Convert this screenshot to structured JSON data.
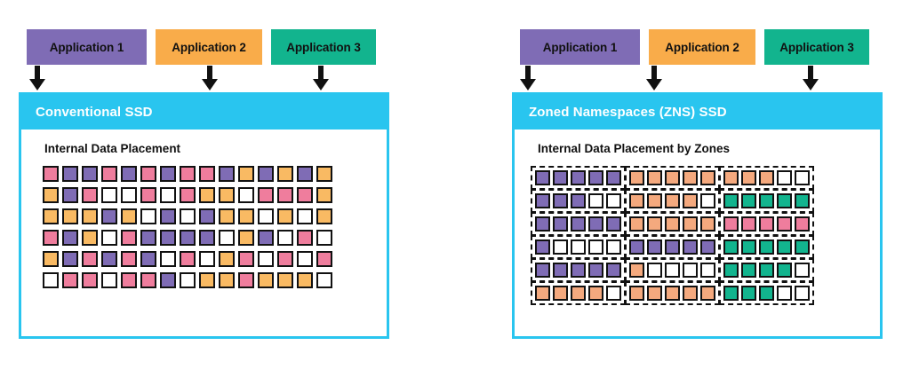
{
  "diagram": {
    "type": "diagram",
    "description": "Side-by-side comparison of data placement in a Conventional SSD versus a Zoned Namespaces (ZNS) SSD",
    "colors": {
      "app1": "#7f6cb5",
      "app2": "#f9ac4a",
      "app3": "#12b48e",
      "ssd_accent": "#29c5ef",
      "cell_purple": "#7f6cb5",
      "cell_pink": "#ef7d9d",
      "cell_orange": "#f9ba63",
      "cell_peach": "#f4a97e",
      "cell_teal": "#12b48e",
      "cell_empty": "#ffffff",
      "outline": "#111111"
    }
  },
  "left": {
    "apps": [
      {
        "label": "Application 1",
        "color_key": "app1"
      },
      {
        "label": "Application 2",
        "color_key": "app2"
      },
      {
        "label": "Application 3",
        "color_key": "app3"
      }
    ],
    "ssd_title": "Conventional SSD",
    "placement_label": "Internal Data Placement",
    "grid": {
      "rows": 6,
      "cols": 15,
      "cells": [
        [
          "pink",
          "purple",
          "purple",
          "pink",
          "purple",
          "pink",
          "purple",
          "pink",
          "pink",
          "purple",
          "orange",
          "purple",
          "orange",
          "purple",
          "orange"
        ],
        [
          "orange",
          "purple",
          "pink",
          "white",
          "white",
          "pink",
          "white",
          "pink",
          "orange",
          "orange",
          "white",
          "pink",
          "pink",
          "pink",
          "orange"
        ],
        [
          "orange",
          "orange",
          "orange",
          "purple",
          "orange",
          "white",
          "purple",
          "white",
          "purple",
          "orange",
          "orange",
          "white",
          "orange",
          "white",
          "orange"
        ],
        [
          "pink",
          "purple",
          "orange",
          "white",
          "pink",
          "purple",
          "purple",
          "purple",
          "purple",
          "white",
          "orange",
          "purple",
          "white",
          "pink",
          "white"
        ],
        [
          "orange",
          "purple",
          "pink",
          "purple",
          "pink",
          "purple",
          "white",
          "pink",
          "white",
          "orange",
          "pink",
          "white",
          "pink",
          "white",
          "pink"
        ],
        [
          "white",
          "pink",
          "pink",
          "white",
          "pink",
          "pink",
          "purple",
          "white",
          "orange",
          "orange",
          "pink",
          "orange",
          "orange",
          "orange",
          "white"
        ]
      ]
    }
  },
  "right": {
    "apps": [
      {
        "label": "Application 1",
        "color_key": "app1"
      },
      {
        "label": "Application 2",
        "color_key": "app2"
      },
      {
        "label": "Application 3",
        "color_key": "app3"
      }
    ],
    "ssd_title": "Zoned Namespaces (ZNS) SSD",
    "placement_label": "Internal Data Placement by Zones",
    "grid": {
      "rows": 6,
      "cols": 15,
      "zones_per_row": 3,
      "cols_per_zone": 5,
      "cells": [
        [
          [
            "purple",
            "purple",
            "purple",
            "purple",
            "purple"
          ],
          [
            "peach",
            "peach",
            "peach",
            "peach",
            "peach"
          ],
          [
            "peach",
            "peach",
            "peach",
            "white",
            "white"
          ]
        ],
        [
          [
            "purple",
            "purple",
            "purple",
            "white",
            "white"
          ],
          [
            "peach",
            "peach",
            "peach",
            "peach",
            "white"
          ],
          [
            "teal",
            "teal",
            "teal",
            "teal",
            "teal"
          ]
        ],
        [
          [
            "purple",
            "purple",
            "purple",
            "purple",
            "purple"
          ],
          [
            "peach",
            "peach",
            "peach",
            "peach",
            "peach"
          ],
          [
            "pink",
            "pink",
            "pink",
            "pink",
            "pink"
          ]
        ],
        [
          [
            "purple",
            "white",
            "white",
            "white",
            "white"
          ],
          [
            "purple",
            "purple",
            "purple",
            "purple",
            "purple"
          ],
          [
            "teal",
            "teal",
            "teal",
            "teal",
            "teal"
          ]
        ],
        [
          [
            "purple",
            "purple",
            "purple",
            "purple",
            "purple"
          ],
          [
            "peach",
            "white",
            "white",
            "white",
            "white"
          ],
          [
            "teal",
            "teal",
            "teal",
            "teal",
            "white"
          ]
        ],
        [
          [
            "peach",
            "peach",
            "peach",
            "peach",
            "white"
          ],
          [
            "peach",
            "peach",
            "peach",
            "peach",
            "peach"
          ],
          [
            "teal",
            "teal",
            "teal",
            "white",
            "white"
          ]
        ]
      ]
    }
  }
}
